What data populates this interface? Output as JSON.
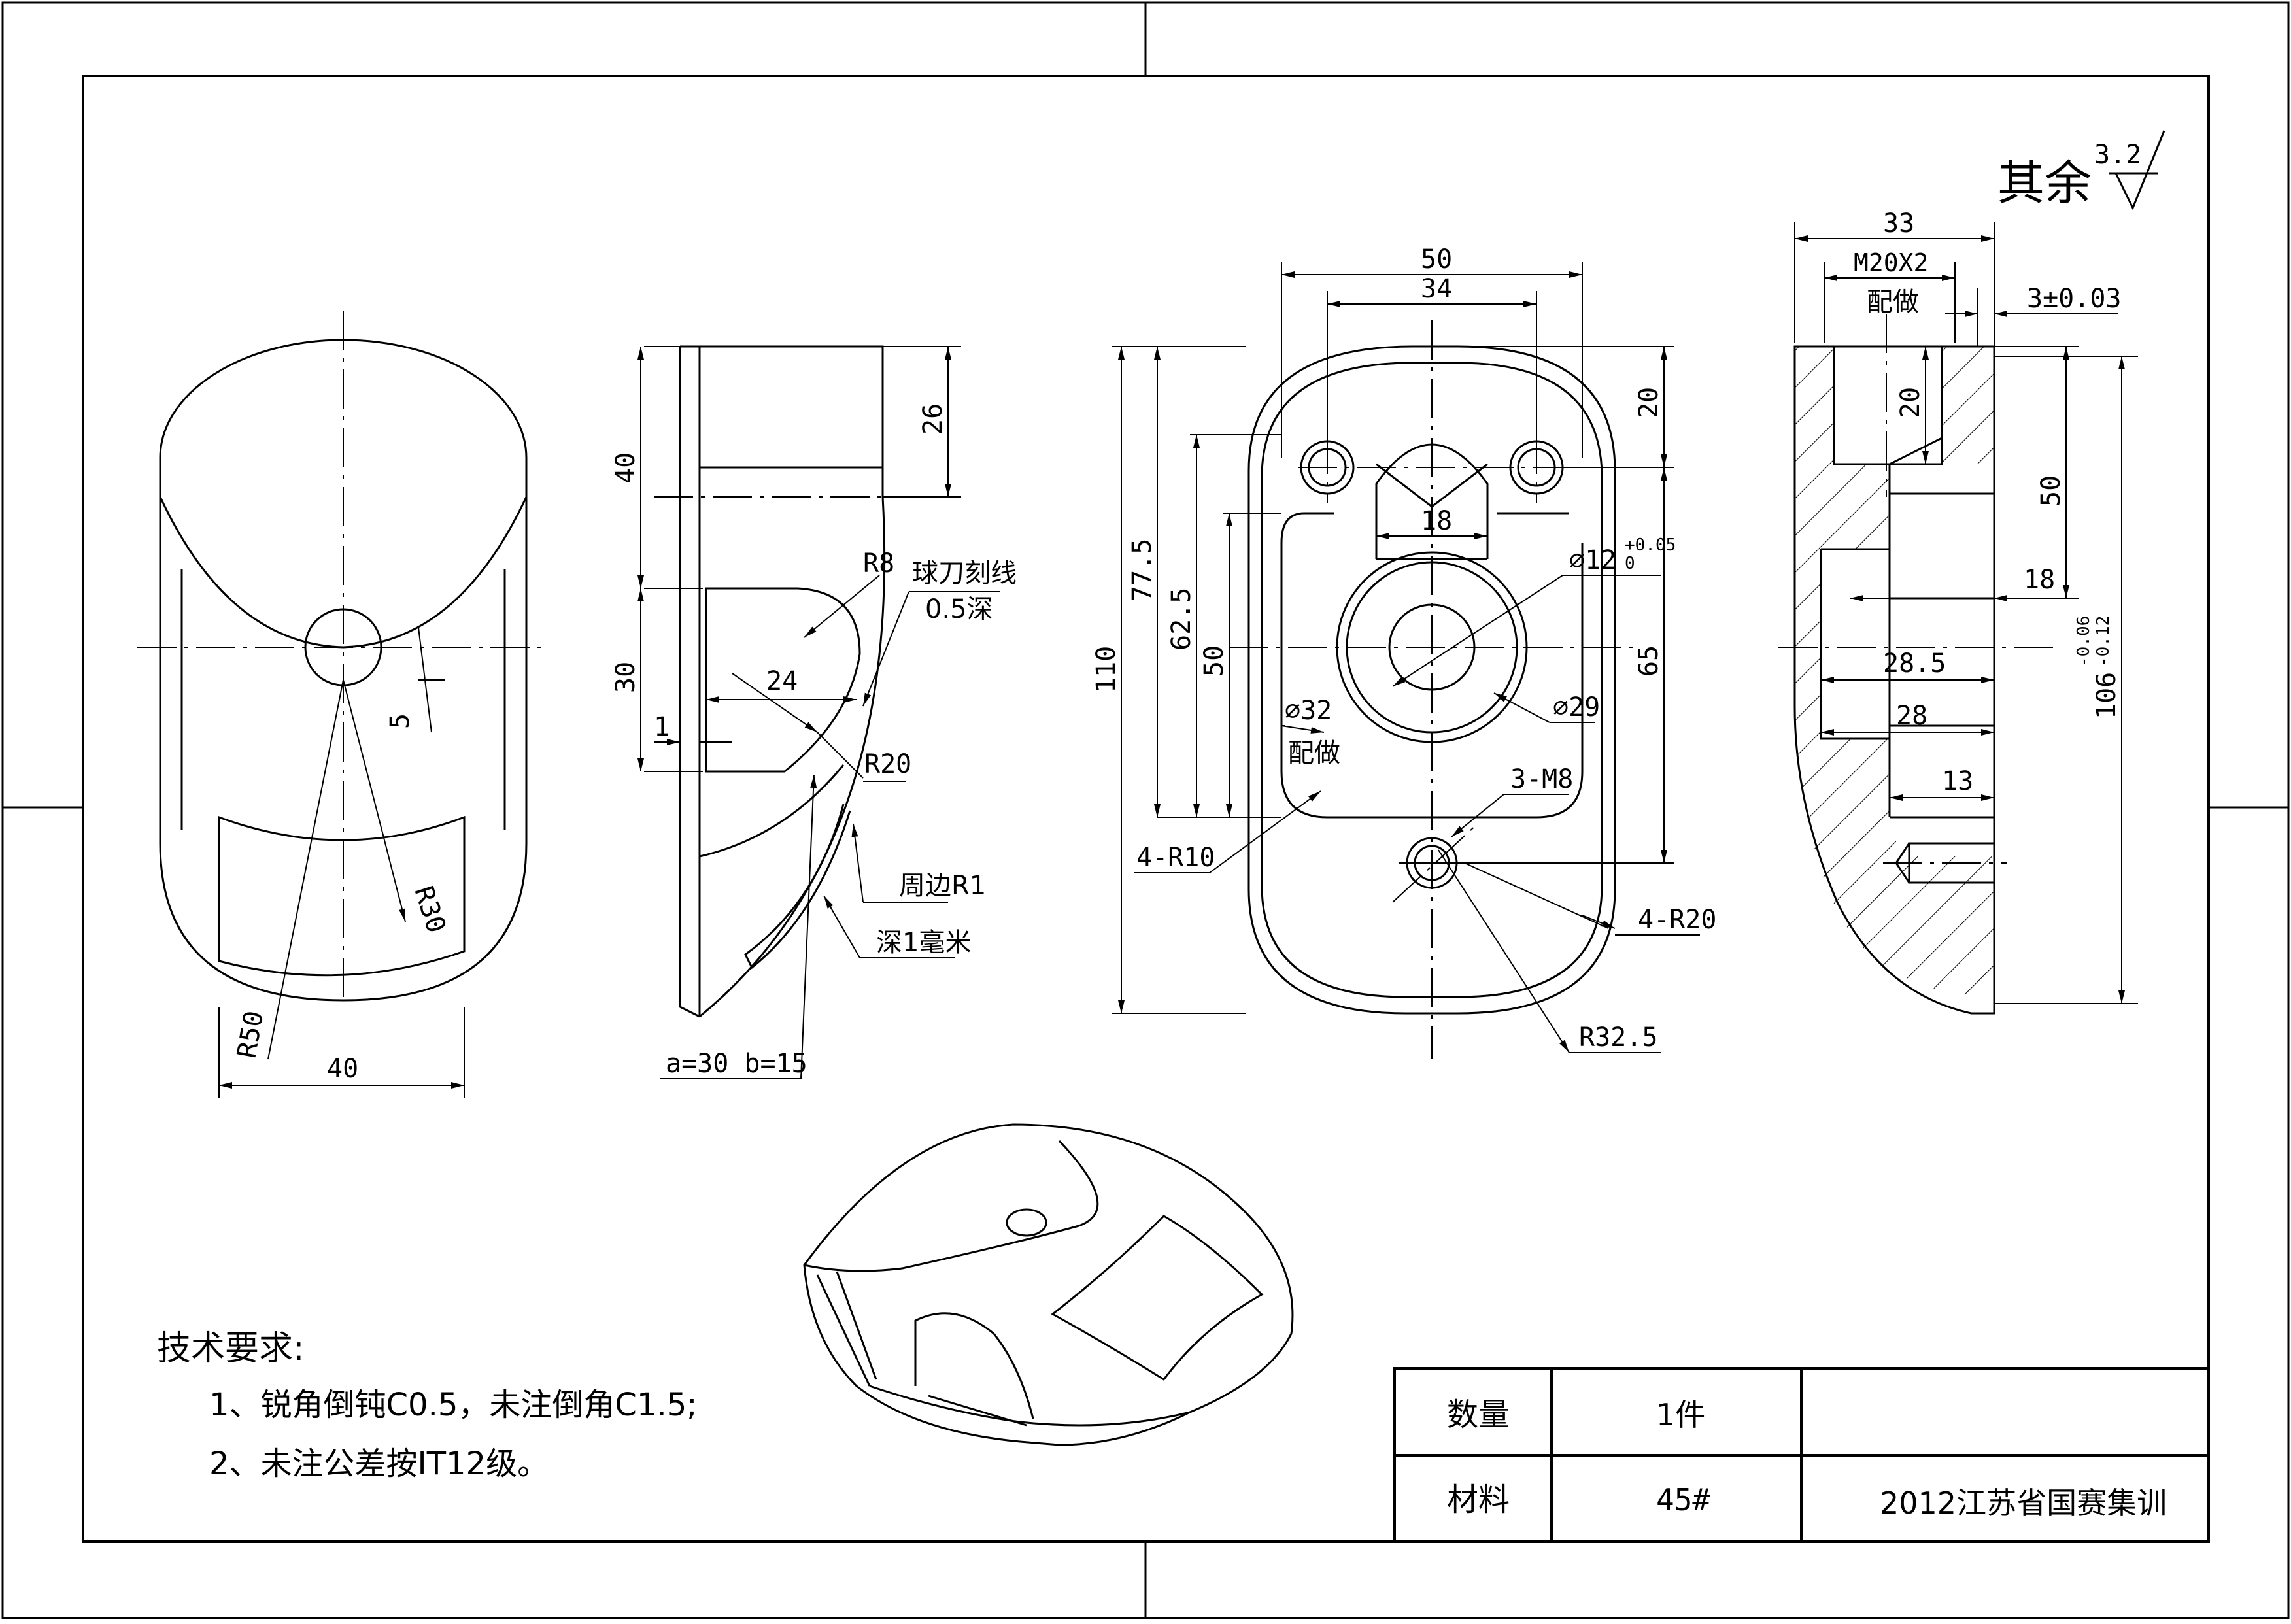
{
  "surface_finish": {
    "label": "其余",
    "value": "3.2"
  },
  "view_front": {
    "dims": {
      "width": "40",
      "r30": "R30",
      "r50": "R50",
      "offset": "5"
    }
  },
  "view_side": {
    "dims": {
      "d40": "40",
      "d26": "26",
      "d30": "30",
      "d24": "24",
      "d1": "1",
      "r8": "R8",
      "r20": "R20",
      "ball_cut": "球刀刻线",
      "ball_depth": "0.5深",
      "edge_r1": "周边R1",
      "depth_1mm": "深1毫米",
      "ellipse": "a=30  b=15"
    }
  },
  "view_top": {
    "dims": {
      "d50": "50",
      "d34": "34",
      "d18": "18",
      "d20": "20",
      "d77_5": "77.5",
      "d62_5": "62.5",
      "d50v": "50",
      "d110": "110",
      "d65": "65",
      "phi12": "⌀12",
      "phi12_tol_up": "+0.05",
      "phi12_tol_low": "0",
      "phi32": "⌀32",
      "fit_make": "配做",
      "phi29": "⌀29",
      "m8": "3-M8",
      "r10": "4-R10",
      "r20": "4-R20",
      "r32_5": "R32.5"
    }
  },
  "view_section": {
    "dims": {
      "d33": "33",
      "thread": "M20X2",
      "fit_make": "配做",
      "tol3": "3±0.03",
      "d20": "20",
      "d50": "50",
      "d18": "18",
      "d28_5": "28.5",
      "d28": "28",
      "d13": "13",
      "d106": "106",
      "d106_tol_up": "-0.06",
      "d106_tol_low": "-0.12"
    }
  },
  "tech_requirements": {
    "title": "技术要求:",
    "items": [
      "1、锐角倒钝C0.5，未注倒角C1.5;",
      "2、未注公差按IT12级。"
    ]
  },
  "title_block": {
    "qty_label": "数量",
    "qty_value": "1件",
    "material_label": "材料",
    "material_value": "45#",
    "project": "2012江苏省国赛集训"
  }
}
